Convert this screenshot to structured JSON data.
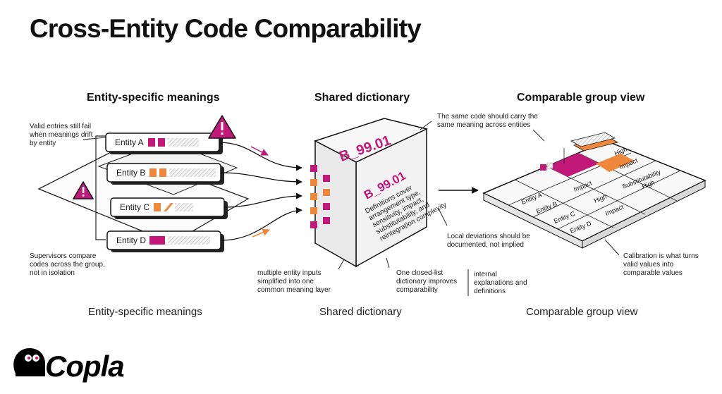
{
  "title": "Cross-Entity Code Comparability",
  "sections": {
    "left_title": "Entity-specific meanings",
    "middle_title": "Shared dictionary",
    "right_title": "Comparable group view"
  },
  "entities": [
    {
      "label": "Entity A"
    },
    {
      "label": "Entity B"
    },
    {
      "label": "Entity C"
    },
    {
      "label": "Entity D"
    }
  ],
  "cube": {
    "top_code": "B_99.01",
    "side_code": "B_99.01",
    "side_text": [
      "Definitions cover",
      "arrangement type,",
      "sensitivity, impact,",
      "substitutability, and",
      "reintegration complexity"
    ]
  },
  "grid": {
    "row_labels": [
      "Entity A",
      "Entity B",
      "Entity C",
      "Entity D"
    ],
    "cells": [
      "Impact",
      "High",
      "Impact",
      "Substitutability",
      "High",
      "Impact",
      "High"
    ]
  },
  "notes": {
    "valid_entries": "Valid entries still fail when meanings drift by entity",
    "supervisors": "Supervisors compare codes across the group, not in isolation",
    "same_code": "The same code should carry the same meaning across entities",
    "multiple_inputs": "multiple entity inputs simplified into one common meaning layer",
    "closed_list": "One closed-list dictionary improves comparability",
    "internal": "internal explanations and definitions",
    "local_deviations": "Local deviations should be documented, not implied",
    "calibration": "Calibration is what turns valid values into comparable values"
  },
  "footer": {
    "left": "Entity-specific meanings",
    "middle": "Shared dictionary",
    "right": "Comparable group view"
  },
  "logo": {
    "text": "Copla"
  },
  "colors": {
    "magenta": "#c2187a",
    "orange": "#f0883c",
    "dark": "#111111",
    "grey": "#bbbbbb"
  }
}
